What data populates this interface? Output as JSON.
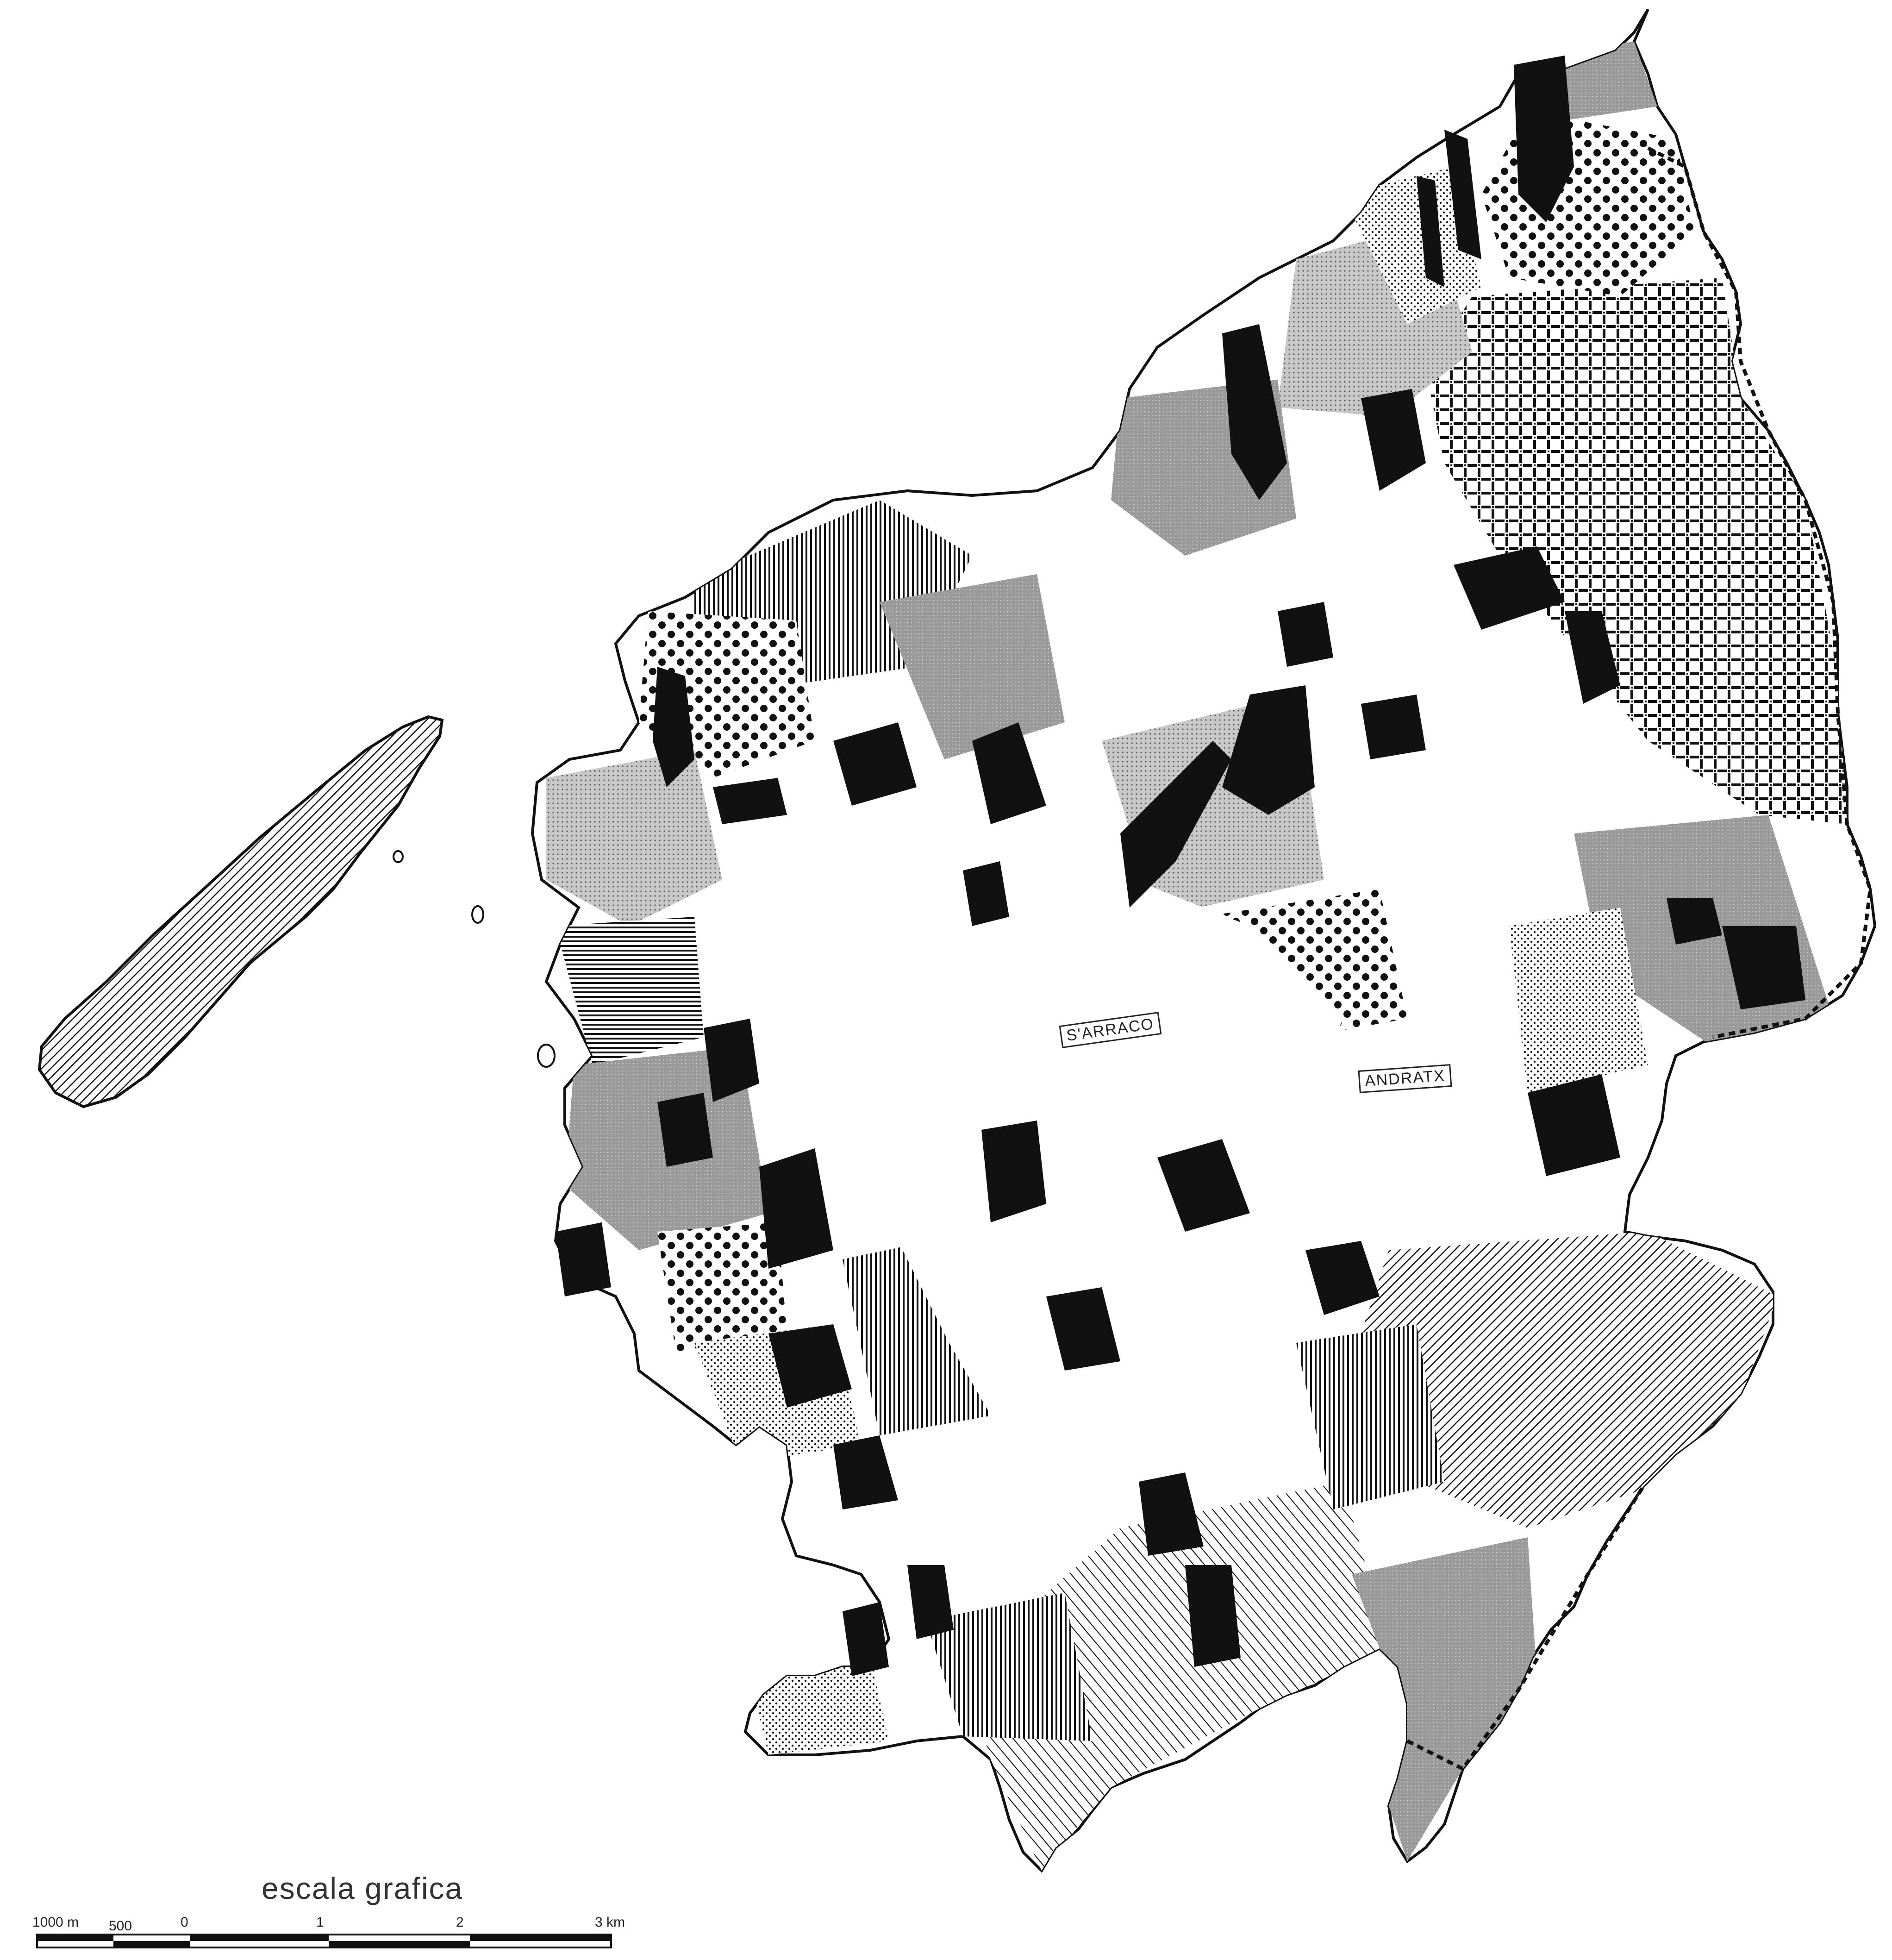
{
  "map": {
    "places": [
      {
        "id": "sarraco",
        "label": "S'ARRACO"
      },
      {
        "id": "andratx",
        "label": "ANDRATX"
      }
    ],
    "scale": {
      "title": "escala grafica",
      "ticks": [
        "1000 m",
        "500",
        "0",
        "1",
        "2",
        "3 km"
      ]
    },
    "colors": {
      "ink": "#111111",
      "paper": "#ffffff",
      "gray_fill": "#9a9a9a"
    }
  }
}
